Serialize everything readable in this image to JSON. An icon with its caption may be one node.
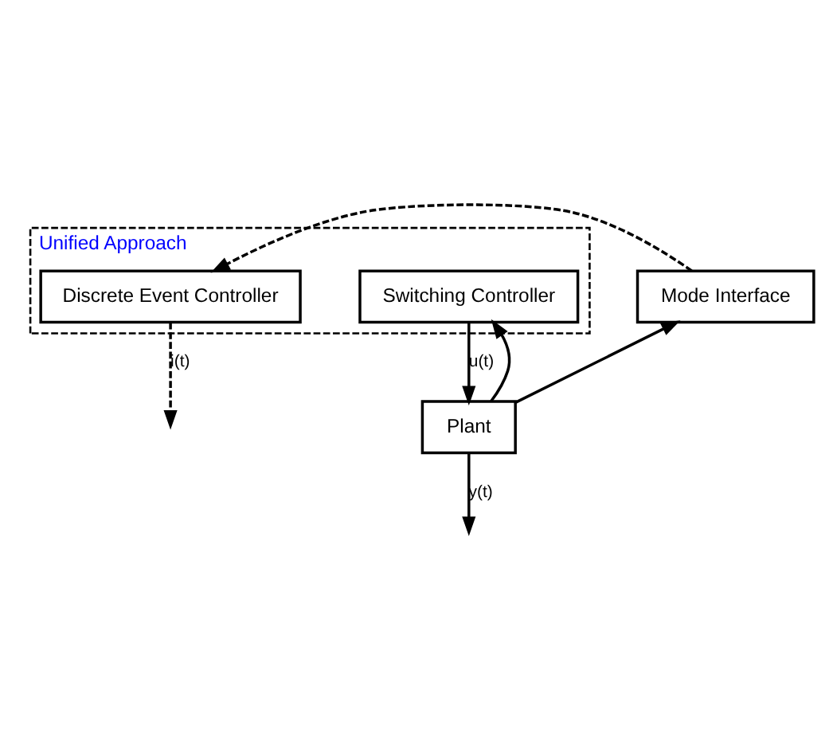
{
  "diagram": {
    "nodes": [
      {
        "text": [
          "Unified Approach"
        ]
      },
      {
        "text": [
          "Discrete Event Controller"
        ],
        "in": 0
      },
      {
        "text": [
          "Switching Controller"
        ],
        "in": 0
      },
      {
        "text": [
          "Mode Interface"
        ]
      },
      {
        "text": [
          "Plant"
        ]
      }
    ],
    "edges": [
      {
        "from": 3,
        "to": 1,
        "arrow": "to",
        "style": "dashed"
      },
      {
        "from": 1,
        "to": null,
        "arrow": "to",
        "style": "dashed",
        "label": "i(t)"
      },
      {
        "from": 4,
        "to": null,
        "arrow": "to",
        "label": "y(t)"
      },
      {
        "from": 4,
        "to": 3,
        "arrow": "to"
      },
      {
        "from": 4,
        "to": 2,
        "arrow": "to"
      },
      {
        "from": 2,
        "to": 4,
        "arrow": "to",
        "label": "u(t)"
      }
    ]
  }
}
